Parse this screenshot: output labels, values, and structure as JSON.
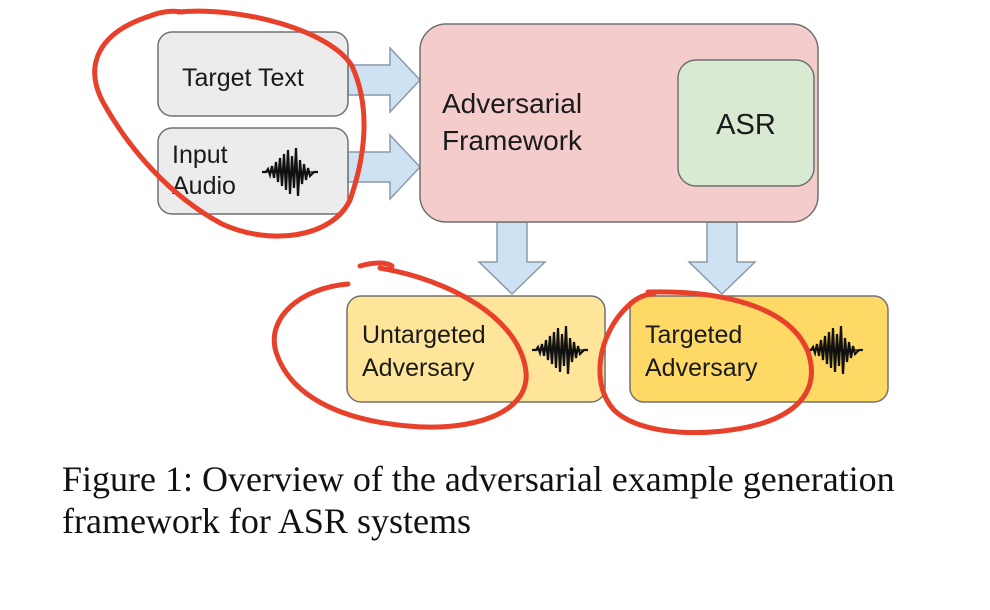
{
  "diagram": {
    "inputs": {
      "target_text": "Target Text",
      "input_audio_line1": "Input",
      "input_audio_line2": "Audio"
    },
    "framework": {
      "label_line1": "Adversarial",
      "label_line2": "Framework",
      "asr_label": "ASR"
    },
    "outputs": {
      "untargeted_line1": "Untargeted",
      "untargeted_line2": "Adversary",
      "targeted_line1": "Targeted",
      "targeted_line2": "Adversary"
    },
    "colors": {
      "input_box": "#ececec",
      "framework_box": "#f4cccc",
      "asr_box": "#d9ead3",
      "output_box": "#ffe599",
      "arrow": "#cfe2f3",
      "annotation": "#e8412b"
    },
    "icons": [
      "waveform-icon"
    ]
  },
  "caption": {
    "line1": "Figure 1: Overview of the adversarial example generation",
    "line2": "framework for ASR systems"
  }
}
